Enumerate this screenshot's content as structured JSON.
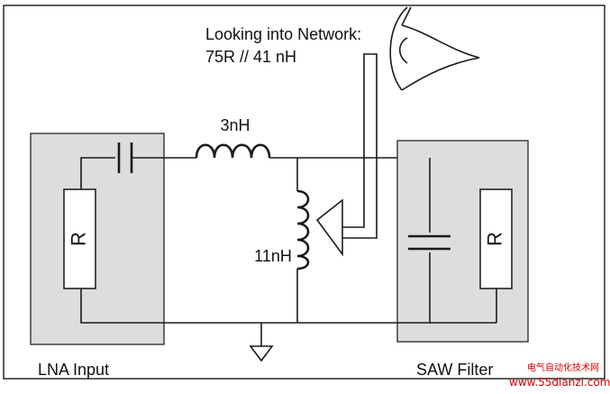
{
  "labels": {
    "network_line1": "Looking into Network:",
    "network_line2": "75R // 41 nH",
    "inductor_series": "3nH",
    "inductor_shunt": "11nH",
    "resistor_left": "R",
    "resistor_right": "R",
    "block_left": "LNA Input",
    "block_right": "SAW Filter"
  },
  "watermark": {
    "line1": "电气自动化技术网",
    "line2": "www.55dianzi.com"
  },
  "colors": {
    "block_fill": "#dddddd",
    "line": "#1a1a1a",
    "watermark": "#d40000"
  }
}
